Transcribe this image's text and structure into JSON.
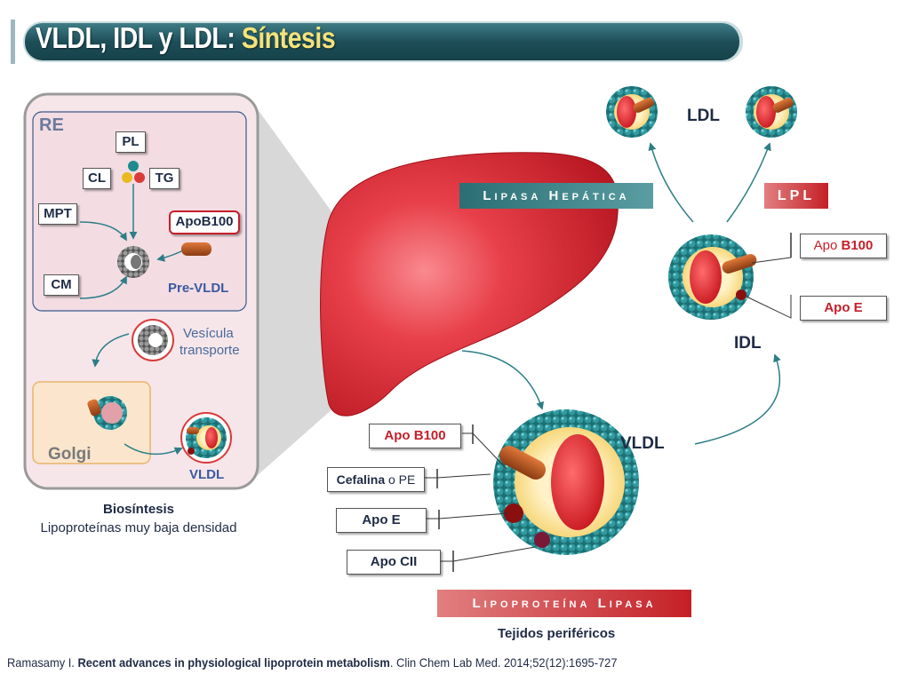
{
  "title": {
    "main": "VLDL, IDL y LDL: ",
    "highlight": "Síntesis"
  },
  "colors": {
    "title_bar": "#1d4e58",
    "title_highlight": "#f5e37a",
    "arrow": "#2d7e86",
    "liver": "#e0343f",
    "label_red": "#c41f2a",
    "label_dark": "#1f2b44",
    "er_panel": "#f3dde3",
    "golgi_panel": "#fbe6cd",
    "banner_teal": "#41898e",
    "banner_red": "#c42026"
  },
  "er_panel": {
    "er_label": "RE",
    "pl": "PL",
    "cl": "CL",
    "tg": "TG",
    "mpt": "MPT",
    "apob100": "ApoB100",
    "cm": "CM",
    "pre_vldl": "Pre-VLDL",
    "vesicle_line1": "Vesícula",
    "vesicle_line2": "transporte",
    "golgi": "Golgi",
    "vldl": "VLDL"
  },
  "biosynthesis": {
    "title": "Biosíntesis",
    "subtitle": "Lipoproteínas muy baja densidad"
  },
  "hepatic_lipase_banner": "Lipasa Hepática",
  "lpl_banner": "LPL",
  "ldl_label": "LDL",
  "idl": {
    "label": "IDL",
    "apo_b100_prefix": "Apo ",
    "apo_b100_bold": "B100",
    "apo_e": "Apo E"
  },
  "vldl": {
    "label": "VLDL",
    "apo_b100": "Apo B100",
    "cefalina_bold": "Cefalina",
    "cefalina_rest": " o PE",
    "apo_e": "Apo E",
    "apo_cii": "Apo CII"
  },
  "lipoprotein_lipase_banner": "Lipoproteína Lipasa",
  "peripheral_tissues": "Tejidos periféricos",
  "citation": {
    "author": "Ramasamy I. ",
    "title": "Recent advances in physiological lipoprotein metabolism",
    "rest": ". Clin Chem Lab Med. 2014;52(12):1695-727"
  }
}
